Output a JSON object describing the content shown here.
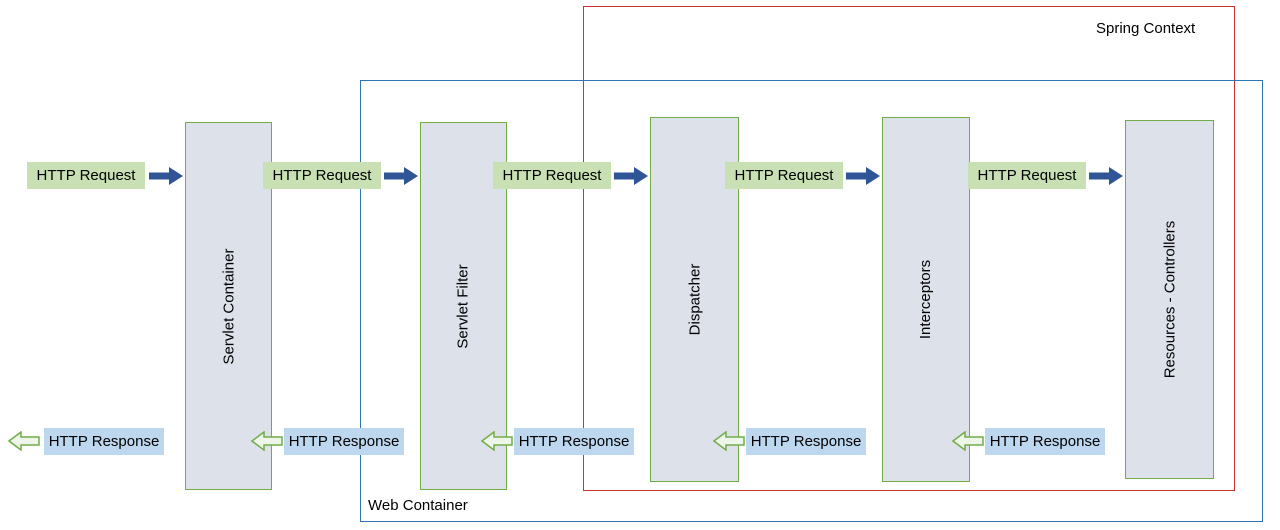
{
  "diagram": {
    "containers": {
      "spring_context": {
        "label": "Spring Context",
        "border_color": "#cb3333"
      },
      "web_container": {
        "label": "Web Container",
        "border_color": "#2e75b6"
      }
    },
    "boxes": [
      {
        "label": "Servlet Container"
      },
      {
        "label": "Servlet Filter"
      },
      {
        "label": "Dispatcher"
      },
      {
        "label": "Interceptors"
      },
      {
        "label": "Resources - Controllers"
      }
    ],
    "requests": [
      {
        "label": "HTTP Request"
      },
      {
        "label": "HTTP Request"
      },
      {
        "label": "HTTP Request"
      },
      {
        "label": "HTTP Request"
      },
      {
        "label": "HTTP Request"
      }
    ],
    "responses": [
      {
        "label": "HTTP Response"
      },
      {
        "label": "HTTP Response"
      },
      {
        "label": "HTTP Response"
      },
      {
        "label": "HTTP Response"
      },
      {
        "label": "HTTP Response"
      }
    ],
    "colors": {
      "box_fill": "#dde1ea",
      "box_border": "#70ad47",
      "request_bg": "#c8e0b4",
      "response_bg": "#bdd7ee",
      "request_arrow": "#2f5597",
      "response_arrow_stroke": "#70ad47",
      "response_arrow_fill": "#eef5e9"
    }
  }
}
